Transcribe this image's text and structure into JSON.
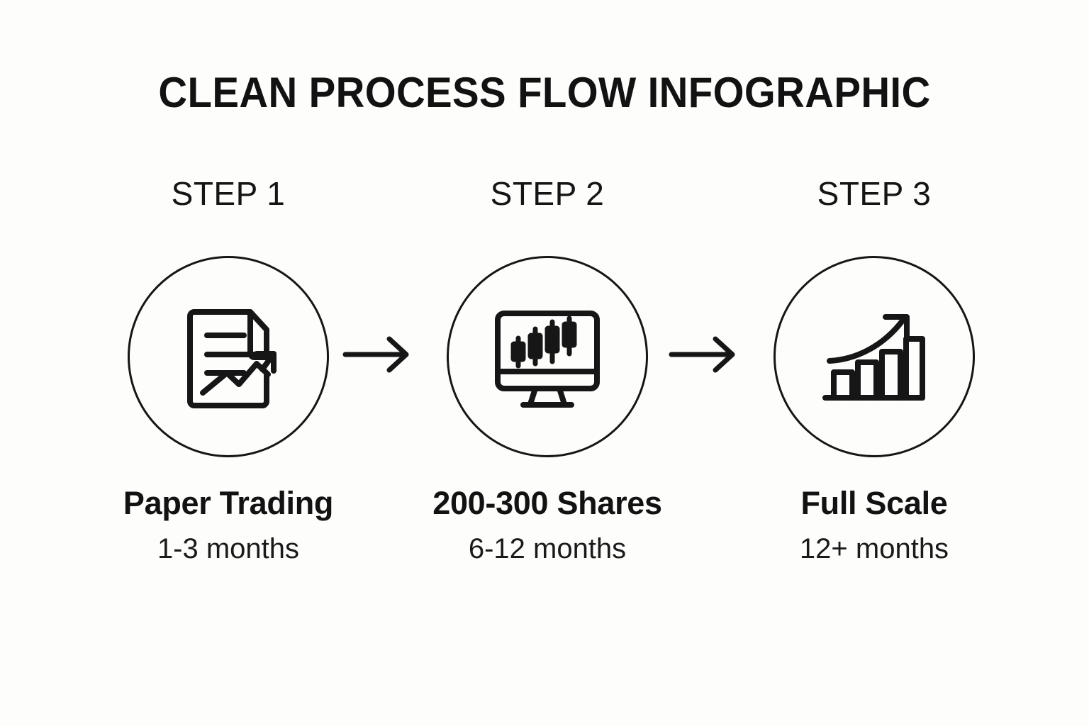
{
  "page": {
    "title": "CLEAN PROCESS FLOW INFOGRAPHIC",
    "background_color": "#fdfdfc",
    "ink_color": "#141414"
  },
  "steps": [
    {
      "kicker": "STEP 1",
      "icon": "document-chart-icon",
      "title": "Paper Trading",
      "subtitle": "1-3 months"
    },
    {
      "kicker": "STEP 2",
      "icon": "monitor-candlestick-icon",
      "title": "200-300 Shares",
      "subtitle": "6-12 months"
    },
    {
      "kicker": "STEP 3",
      "icon": "growth-bar-chart-icon",
      "title": "Full Scale",
      "subtitle": "12+ months"
    }
  ],
  "connectors": [
    {
      "icon": "arrow-right-icon"
    },
    {
      "icon": "arrow-right-icon"
    }
  ]
}
